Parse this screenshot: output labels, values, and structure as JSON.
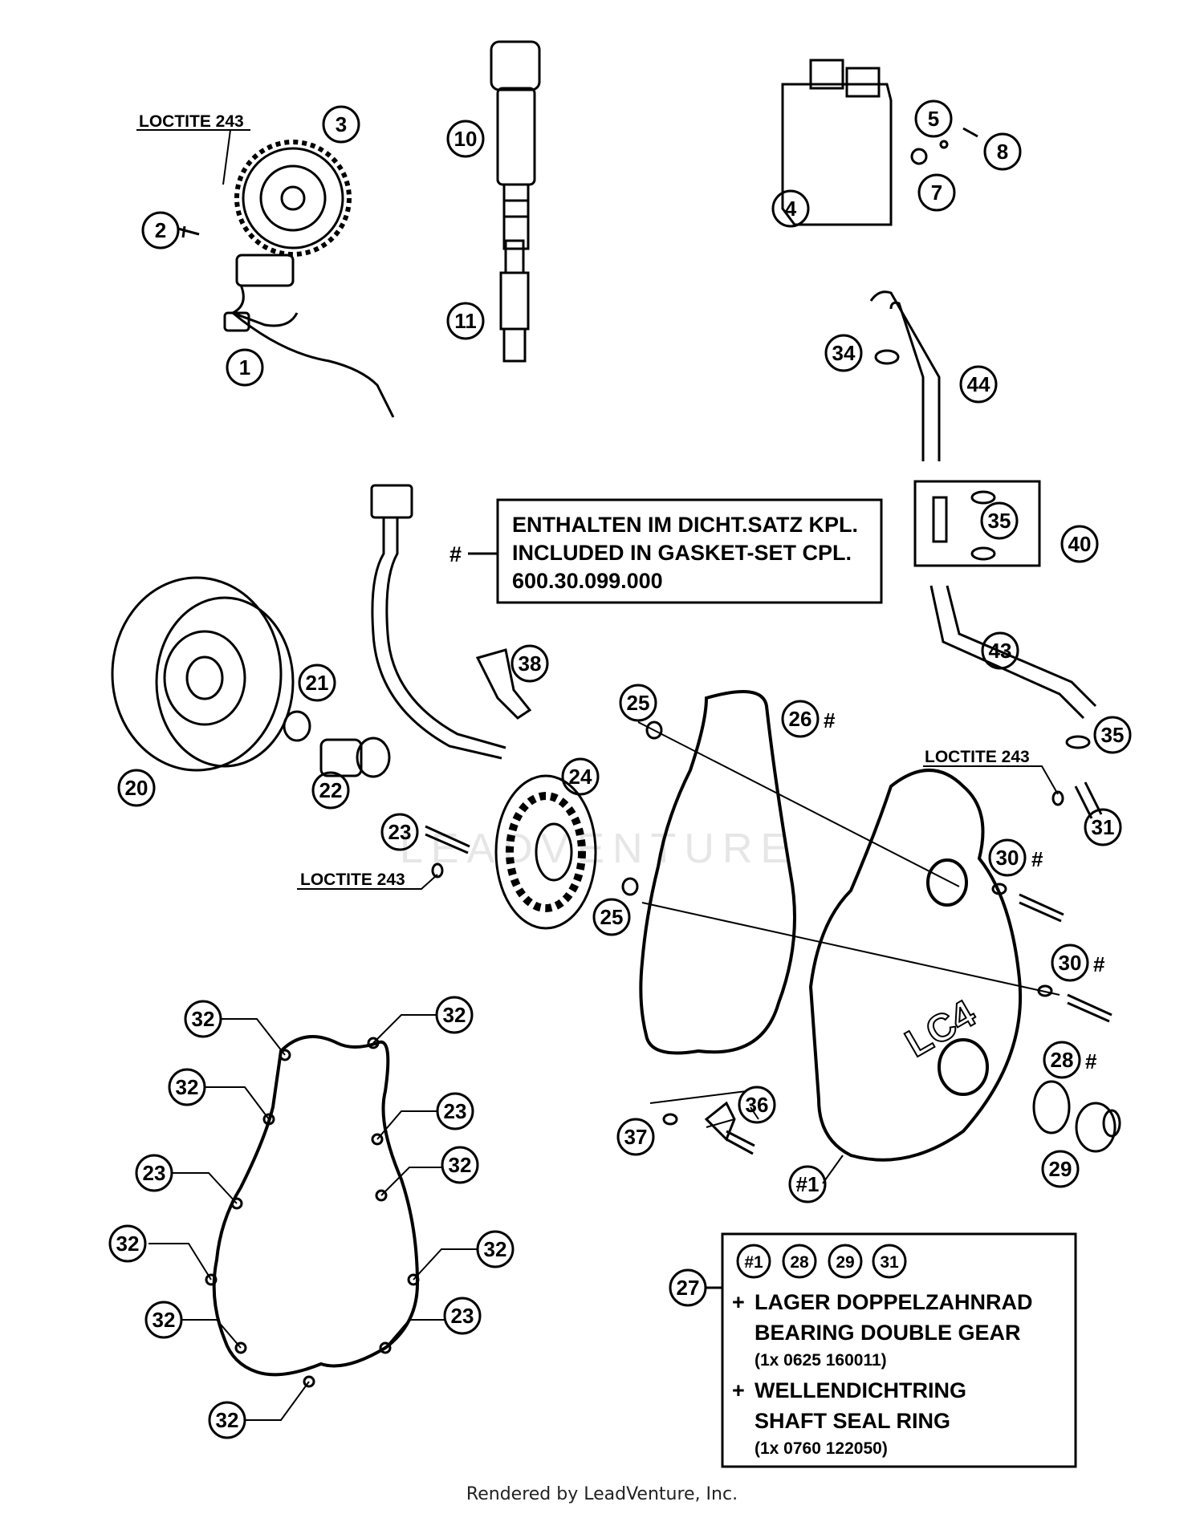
{
  "loctite": "LOCTITE 243",
  "gasket_note": {
    "symbol": "#",
    "line1": "ENTHALTEN IM DICHT.SATZ KPL.",
    "line2": "INCLUDED IN GASKET-SET CPL.",
    "line3": "600.30.099.000"
  },
  "kit_27": {
    "ref": "27",
    "parts": [
      "#1",
      "28",
      "29",
      "31"
    ],
    "plus": "+",
    "item1_de": "LAGER DOPPELZAHNRAD",
    "item1_en": "BEARING DOUBLE GEAR",
    "item1_pn": "(1x 0625 160011)",
    "item2_de": "WELLENDICHTRING",
    "item2_en": "SHAFT SEAL RING",
    "item2_pn": "(1x 0760 122050)"
  },
  "callouts": {
    "c1": "1",
    "c2": "2",
    "c3": "3",
    "c4": "4",
    "c5": "5",
    "c7": "7",
    "c8": "8",
    "c10": "10",
    "c11": "11",
    "c20": "20",
    "c21": "21",
    "c22": "22",
    "c23": "23",
    "c24": "24",
    "c25a": "25",
    "c25b": "25",
    "c26": "26",
    "c28": "28",
    "c29": "29",
    "c30a": "30",
    "c30b": "30",
    "c31": "31",
    "c34": "34",
    "c35a": "35",
    "c35b": "35",
    "c36": "36",
    "c37": "37",
    "c38": "38",
    "c40": "40",
    "c43": "43",
    "c44": "44",
    "c1hash": "#1",
    "g32a": "32",
    "g32b": "32",
    "g32c": "32",
    "g32d": "32",
    "g32e": "32",
    "g32f": "32",
    "g32g": "32",
    "g32h": "32",
    "g23a": "23",
    "g23b": "23",
    "g23c": "23"
  },
  "hash_marks": {
    "h26": "#",
    "h30a": "#",
    "h30b": "#",
    "h28": "#"
  },
  "watermark": "LEADVENTURE",
  "footer": "Rendered by LeadVenture, Inc."
}
